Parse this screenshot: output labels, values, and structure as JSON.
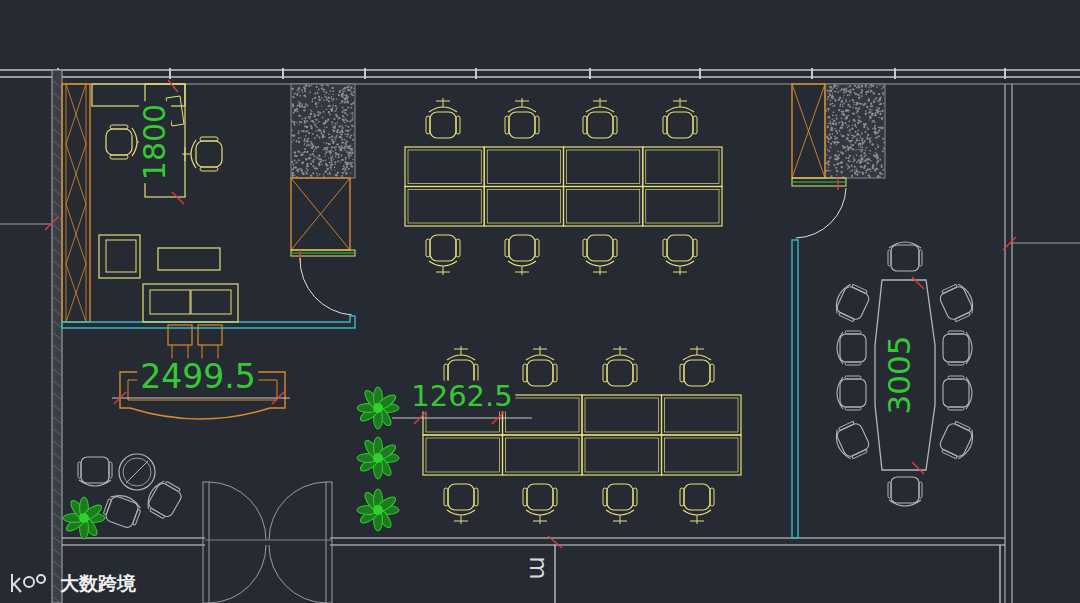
{
  "diagram": {
    "labels": [
      "1800",
      "2499.5",
      "1262.5",
      "3005",
      "m",
      "大数跨境"
    ]
  }
}
